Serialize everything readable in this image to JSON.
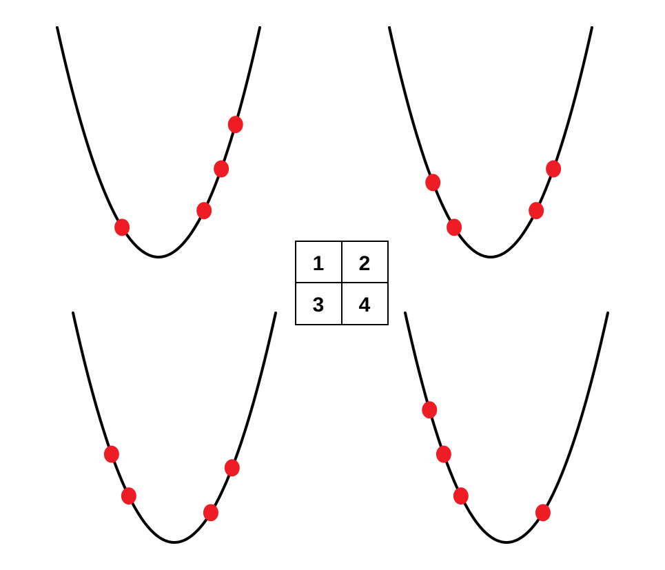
{
  "legend_grid": {
    "cells": [
      "1",
      "2",
      "3",
      "4"
    ]
  },
  "colors": {
    "curve": "#000000",
    "dot": "#ee1c25",
    "background": "#ffffff"
  },
  "panels": [
    {
      "label": "1",
      "dot_positions": [
        -0.36,
        0.45,
        0.62,
        0.76
      ]
    },
    {
      "label": "2",
      "dot_positions": [
        -0.57,
        -0.36,
        0.45,
        0.62
      ]
    },
    {
      "label": "3",
      "dot_positions": [
        -0.62,
        -0.45,
        0.36,
        0.57
      ]
    },
    {
      "label": "4",
      "dot_positions": [
        -0.76,
        -0.62,
        -0.45,
        0.36
      ]
    }
  ]
}
